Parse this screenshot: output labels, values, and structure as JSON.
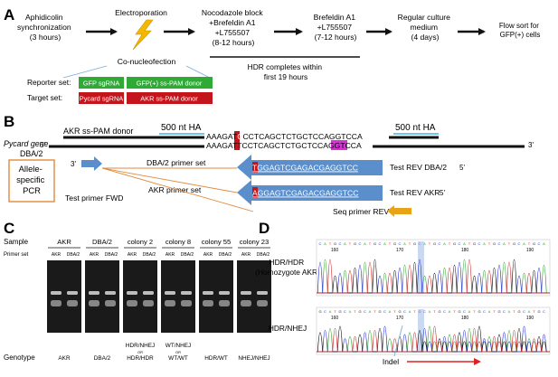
{
  "panel_a": {
    "label": "A",
    "step1": [
      "Aphidicolin",
      "synchronization",
      "(3 hours)"
    ],
    "electroporation": "Electroporation",
    "conucleofection": "Co-nucleofection",
    "step3": [
      "Nocodazole block",
      "+Brefeldin A1",
      "+L755507",
      "(8-12 hours)"
    ],
    "step4": [
      "Brefeldin A1",
      "+L755507",
      "(7-12 hours)"
    ],
    "step5": [
      "Regular culture",
      "medium",
      "(4 days)"
    ],
    "step6": [
      "Flow sort for",
      "GFP(+) cells"
    ],
    "hdr_note": [
      "HDR completes within",
      "first 19 hours"
    ],
    "reporter_label": "Reporter set:",
    "reporter_items": [
      "GFP sgRNA",
      "GFP(+) ss-PAM donor"
    ],
    "target_label": "Target set:",
    "target_items": [
      "Pycard sgRNA",
      "AKR ss-PAM donor"
    ],
    "colors": {
      "reporter": "#2eaa35",
      "target": "#c3161c"
    }
  },
  "panel_b": {
    "label": "B",
    "donor_label": "AKR ss-PAM donor",
    "ha_label": "500 nt HA",
    "donor_seq": [
      "AAAGAT",
      "C",
      "CCTCAGCTCTGCTCCAGGTCCA"
    ],
    "gene_label": [
      "Pycard gene",
      "DBA/2"
    ],
    "gene_seq": [
      "AAAGAT",
      "T",
      "CCTCAGCTCTGCTCC",
      "AGG",
      "TCCA"
    ],
    "five_prime": "5'",
    "three_prime": "3'",
    "box_label": [
      "Allele-",
      "specific",
      "PCR"
    ],
    "dba_primer_set": "DBA/2 primer set",
    "akr_primer_set": "AKR primer set",
    "test_fwd": "Test primer FWD",
    "rev_dba_seq": [
      "T",
      "GGAGTCGAGACGAGGTCC"
    ],
    "rev_dba_label": "Test REV DBA/2",
    "rev_akr_seq": [
      "A",
      "GGAGTCGAGACGAGGTCC"
    ],
    "rev_akr_label": "Test REV AKR",
    "seq_primer": "Seq primer REV",
    "colors": {
      "mismatch": "#c3161c",
      "pam": "#d633d6",
      "primer": "#5b8fcc",
      "seq_primer": "#e8a317",
      "ha": "#3bb6e0"
    }
  },
  "panel_c": {
    "label": "C",
    "row_sample": "Sample",
    "row_primer": "Primer set",
    "samples": [
      "AKR",
      "DBA/2",
      "colony 2",
      "colony 8",
      "colony 55",
      "colony 23"
    ],
    "primer_sets": [
      "AKR",
      "DBA/2"
    ],
    "row_genotype": "Genotype",
    "genotypes": [
      [
        "AKR"
      ],
      [
        "DBA/2"
      ],
      [
        "HDR/NHEJ",
        "OR",
        "HDR/HDR"
      ],
      [
        "WT/NHEJ",
        "OR",
        "WT/WT"
      ],
      [
        "HDR/WT"
      ],
      [
        "NHEJ/NHEJ"
      ]
    ]
  },
  "panel_d": {
    "label": "D",
    "trace1_label": [
      "HDR/HDR",
      "(Homozygote AKR)"
    ],
    "trace2_label": "HDR/NHEJ",
    "trace1_ticks": [
      "160",
      "170",
      "180",
      "190"
    ],
    "trace2_ticks": [
      "160",
      "170",
      "180",
      "190"
    ],
    "indel_label": "Indel"
  }
}
